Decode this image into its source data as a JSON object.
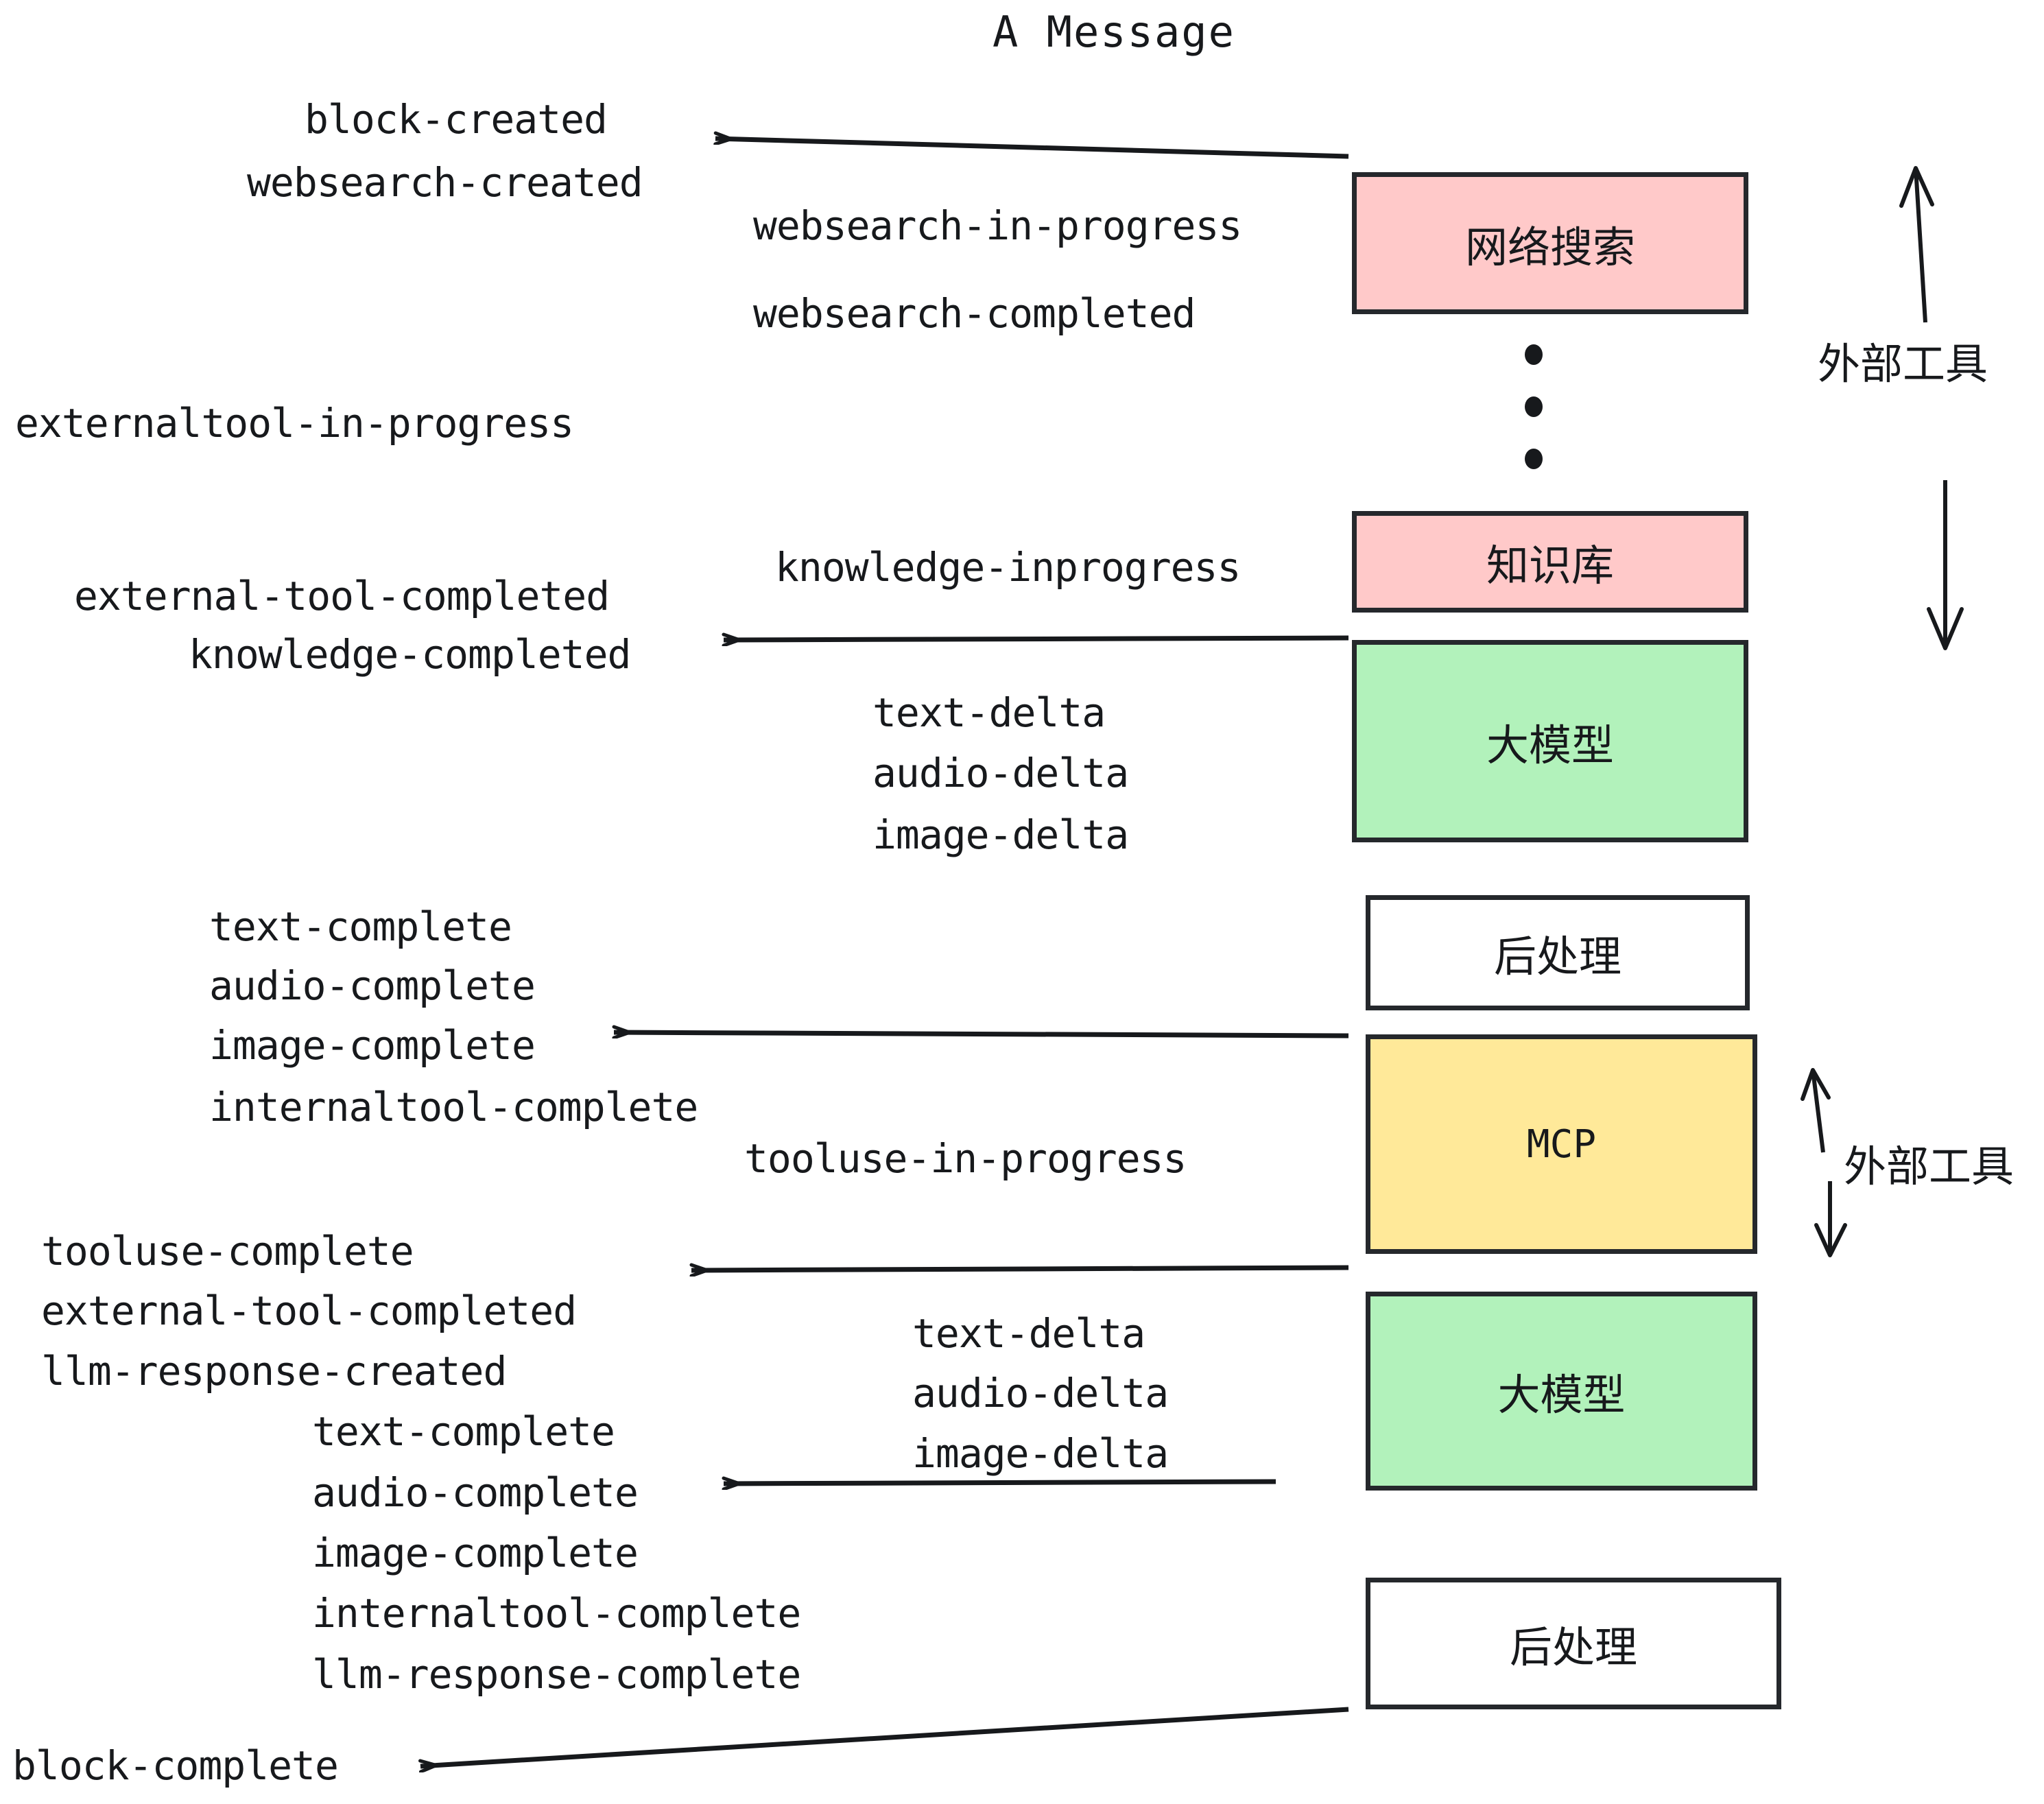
{
  "diagram": {
    "title": "A Message",
    "type": "sequence-flow",
    "background_color": "#ffffff",
    "stroke_color": "#25282c"
  },
  "palette": {
    "pink": "#ffc9c9",
    "green": "#b2f2bb",
    "yellow": "#ffe999",
    "white": "#ffffff",
    "outline": "#25282c",
    "text": "#17191c"
  },
  "nodes": [
    {
      "id": "websearch",
      "label": "网络搜索",
      "color": "#ffc9c9"
    },
    {
      "id": "knowledge",
      "label": "知识库",
      "color": "#ffc9c9"
    },
    {
      "id": "llm-1",
      "label": "大模型",
      "color": "#b2f2bb"
    },
    {
      "id": "postprocess-1",
      "label": "后处理",
      "color": "#ffffff"
    },
    {
      "id": "mcp",
      "label": "MCP",
      "color": "#ffe999"
    },
    {
      "id": "llm-2",
      "label": "大模型",
      "color": "#b2f2bb"
    },
    {
      "id": "postprocess-2",
      "label": "后处理",
      "color": "#ffffff"
    }
  ],
  "side_labels": [
    {
      "id": "external-tools-upper",
      "label": "外部工具"
    },
    {
      "id": "external-tools-lower",
      "label": "外部工具"
    }
  ],
  "events": {
    "block_created": "block-created",
    "websearch_created": "websearch-created",
    "websearch_in_progress": "websearch-in-progress",
    "websearch_completed": "websearch-completed",
    "externaltool_in_progress": "externaltool-in-progress",
    "knowledge_inprogress": "knowledge-inprogress",
    "external_tool_completed_1": "external-tool-completed",
    "knowledge_completed": "knowledge-completed",
    "text_delta_1": "text-delta",
    "audio_delta_1": "audio-delta",
    "image_delta_1": "image-delta",
    "text_complete_1": "text-complete",
    "audio_complete_1": "audio-complete",
    "image_complete_1": "image-complete",
    "internaltool_complete_1": "internaltool-complete",
    "tooluse_in_progress": "tooluse-in-progress",
    "tooluse_complete": "tooluse-complete",
    "external_tool_completed_2": "external-tool-completed",
    "llm_response_created": "llm-response-created",
    "text_delta_2": "text-delta",
    "audio_delta_2": "audio-delta",
    "image_delta_2": "image-delta",
    "text_complete_2": "text-complete",
    "audio_complete_2": "audio-complete",
    "image_complete_2": "image-complete",
    "internaltool_complete_2": "internaltool-complete",
    "llm_response_complete": "llm-response-complete",
    "block_complete": "block-complete"
  },
  "ellipsis": {
    "id": "vertical-ellipsis",
    "dots": 3
  }
}
